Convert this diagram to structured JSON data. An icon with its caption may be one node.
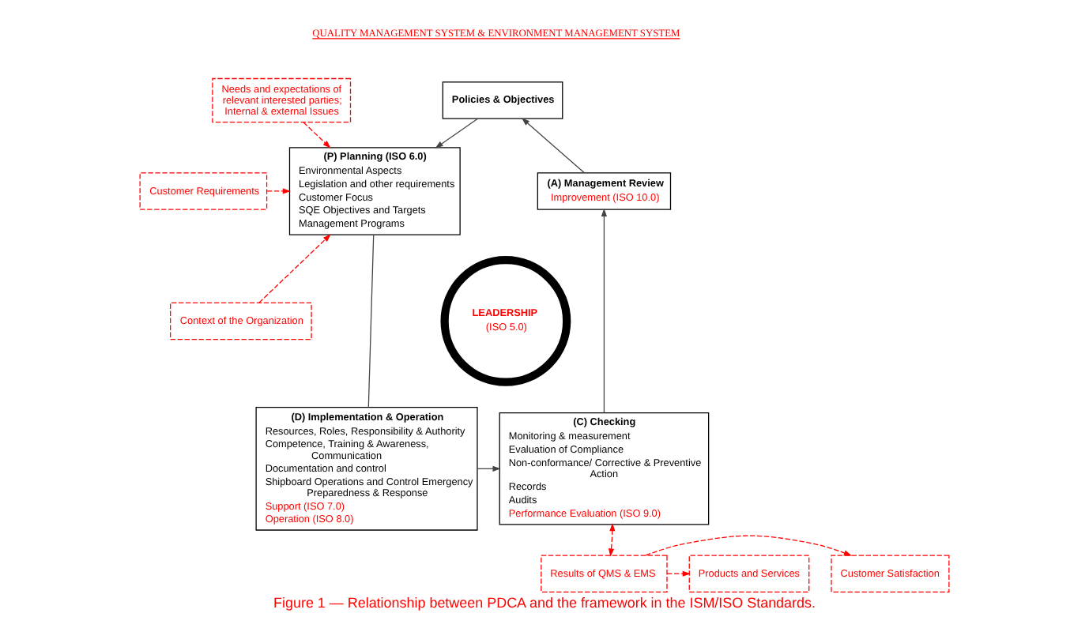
{
  "diagram": {
    "title": "QUALITY MANAGEMENT SYSTEM & ENVIRONMENT MANAGEMENT SYSTEM",
    "caption": "Figure 1 — Relationship between PDCA and the framework in the ISM/ISO Standards.",
    "nodes": [
      {
        "text": [
          "Policies & Objectives"
        ]
      },
      {
        "text": [
          "(P) Planning (ISO 6.0)",
          "Environmental Aspects",
          "Legislation and other requirements",
          "Customer Focus",
          "SQE Objectives and Targets",
          "Management Programs"
        ]
      },
      {
        "text": [
          "Needs and expectations of relevant interested parties; Internal & external Issues"
        ]
      },
      {
        "text": [
          "Customer Requirements"
        ]
      },
      {
        "text": [
          "Context of the Organization"
        ]
      },
      {
        "text": [
          "(A) Management Review",
          "Improvement (ISO 10.0)"
        ]
      },
      {
        "text": [
          "LEADERSHIP",
          "(ISO 5.0)"
        ]
      },
      {
        "text": [
          "(C) Checking",
          "Monitoring & measurement",
          "Evaluation of Compliance",
          "Non-conformance/ Corrective & Preventive Action",
          "Records",
          "Audits",
          "Performance Evaluation (ISO 9.0)"
        ]
      },
      {
        "text": [
          "(D) Implementation & Operation",
          "Resources, Roles, Responsibility & Authority",
          "Competence, Training & Awareness, Communication",
          "Documentation and control",
          "Shipboard Operations and Control Emergency Preparedness & Response",
          "Support (ISO 7.0)",
          "Operation (ISO 8.0)"
        ]
      },
      {
        "text": [
          "Results of QMS & EMS"
        ]
      },
      {
        "text": [
          "Products and Services"
        ]
      },
      {
        "text": [
          "Customer Satisfaction"
        ]
      }
    ],
    "edges": [
      {
        "from": 5,
        "to": 0,
        "arrow": "to",
        "color": "#444444"
      },
      {
        "from": 0,
        "to": 1,
        "arrow": "to",
        "color": "#444444"
      },
      {
        "from": 2,
        "to": 1,
        "arrow": "to",
        "style": "dashed",
        "color": "#ff0000"
      },
      {
        "from": 3,
        "to": 1,
        "arrow": "to",
        "style": "dashed",
        "color": "#ff0000"
      },
      {
        "from": 4,
        "to": 1,
        "arrow": "to",
        "style": "dashed",
        "color": "#ff0000"
      },
      {
        "from": 1,
        "to": 8,
        "arrow": "none",
        "color": "#444444"
      },
      {
        "from": 8,
        "to": 7,
        "arrow": "to",
        "color": "#444444"
      },
      {
        "from": 7,
        "to": 5,
        "arrow": "to",
        "color": "#444444"
      },
      {
        "from": 9,
        "to": 7,
        "arrow": "both",
        "style": "dashed",
        "color": "#ff0000"
      },
      {
        "from": 9,
        "to": 10,
        "arrow": "to",
        "style": "dashed",
        "color": "#ff0000"
      },
      {
        "from": 9,
        "to": 11,
        "arrow": "to",
        "style": "dashed",
        "color": "#ff0000"
      }
    ]
  }
}
